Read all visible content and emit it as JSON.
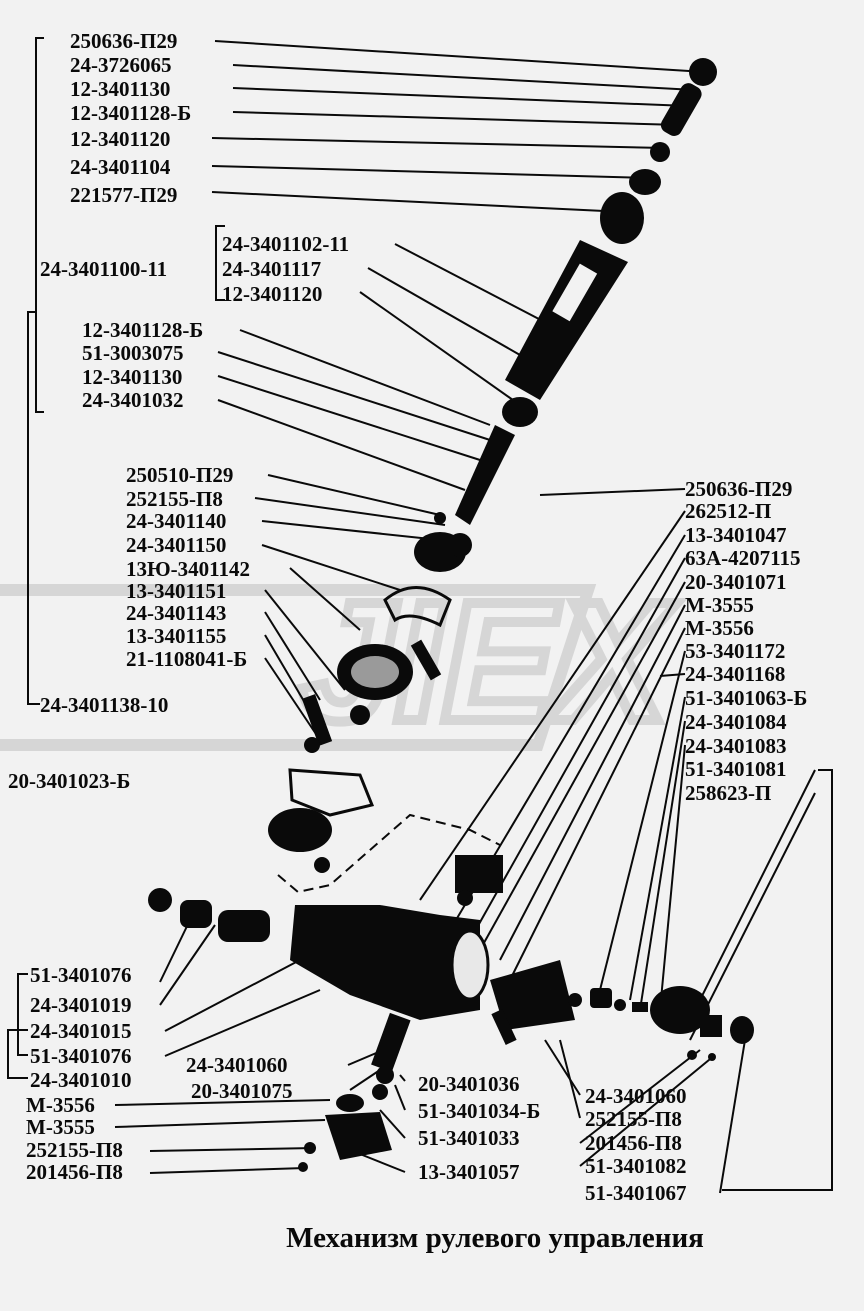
{
  "caption": "Механизм рулевого управления",
  "watermark": "JIEX",
  "colors": {
    "ink": "#0a0a0a",
    "background": "#f2f2f2",
    "watermark": "#d6d6d6"
  },
  "left_labels": [
    "250636-П29",
    "24-3726065",
    "12-3401130",
    "12-3401128-Б",
    "12-3401120",
    "24-3401104",
    "221577-П29",
    "24-3401102-11",
    "24-3401117",
    "12-3401120",
    "12-3401128-Б",
    "51-3003075",
    "12-3401130",
    "24-3401032",
    "250510-П29",
    "252155-П8",
    "24-3401140",
    "24-3401150",
    "13Ю-3401142",
    "13-3401151",
    "24-3401143",
    "13-3401155",
    "21-1108041-Б",
    "20-3401023-Б",
    "51-3401076",
    "24-3401019",
    "24-3401015",
    "51-3401076",
    "24-3401010",
    "М-3556",
    "М-3555",
    "252155-П8",
    "201456-П8"
  ],
  "group_labels": [
    "24-3401100-11",
    "24-3401138-10"
  ],
  "right_labels": [
    "250636-П29",
    "262512-П",
    "13-3401047",
    "63А-4207115",
    "20-3401071",
    "М-3555",
    "М-3556",
    "53-3401172",
    "24-3401168",
    "51-3401063-Б",
    "24-3401084",
    "24-3401083",
    "51-3401081",
    "258623-П"
  ],
  "bottom_labels": [
    "24-3401060",
    "20-3401075",
    "20-3401036",
    "51-3401034-Б",
    "51-3401033",
    "13-3401057",
    "24-3401060",
    "252155-П8",
    "201456-П8",
    "51-3401082",
    "51-3401067"
  ]
}
